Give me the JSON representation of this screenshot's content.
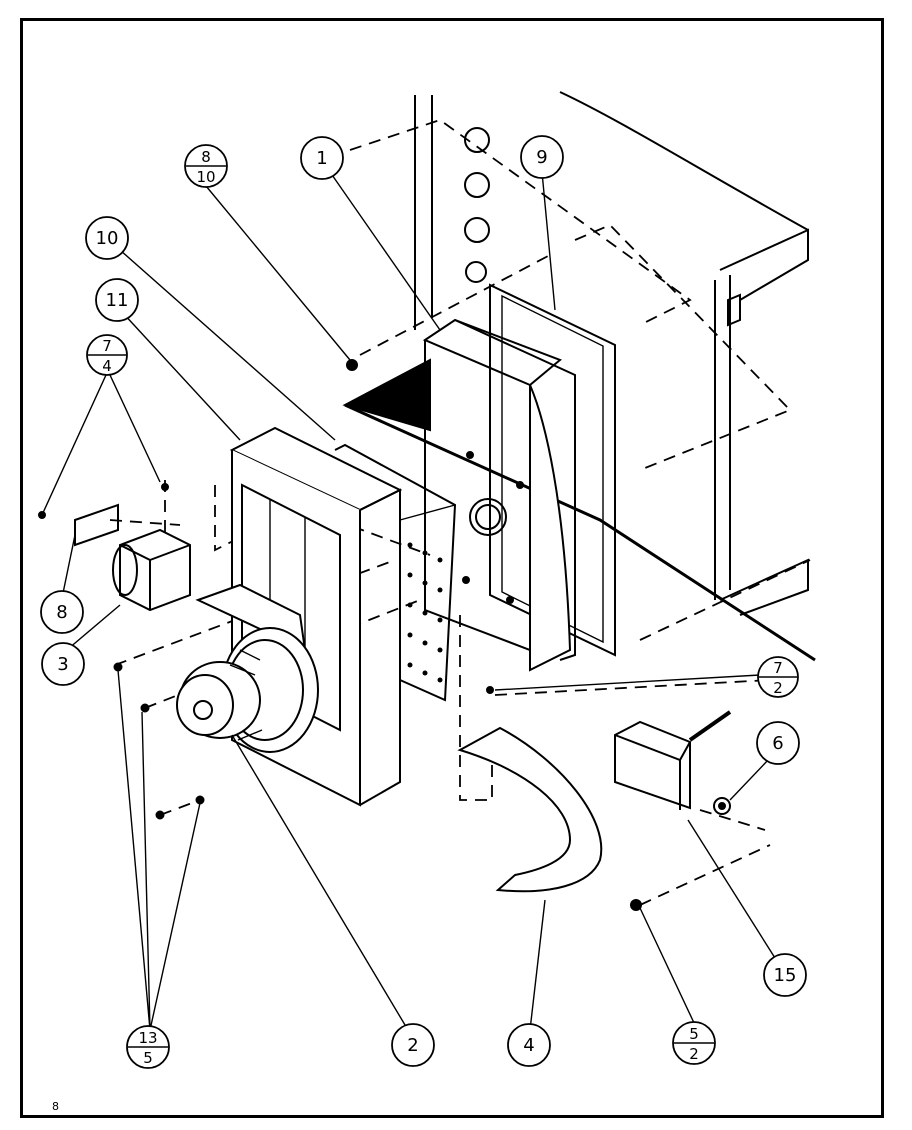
{
  "diagram": {
    "page_number": "8",
    "callouts": [
      {
        "id": "c1",
        "label": "1"
      },
      {
        "id": "c2",
        "label": "2"
      },
      {
        "id": "c3",
        "label": "3"
      },
      {
        "id": "c4",
        "label": "4"
      },
      {
        "id": "c6",
        "label": "6"
      },
      {
        "id": "c8",
        "label": "8"
      },
      {
        "id": "c9",
        "label": "9"
      },
      {
        "id": "c10",
        "label": "10"
      },
      {
        "id": "c11",
        "label": "11"
      },
      {
        "id": "c15",
        "label": "15"
      }
    ],
    "fraction_callouts": [
      {
        "id": "f8_10",
        "top": "8",
        "bottom": "10"
      },
      {
        "id": "f7_4",
        "top": "7",
        "bottom": "4"
      },
      {
        "id": "f7_2",
        "top": "7",
        "bottom": "2"
      },
      {
        "id": "f13_5",
        "top": "13",
        "bottom": "5"
      },
      {
        "id": "f5_2",
        "top": "5",
        "bottom": "2"
      }
    ]
  }
}
